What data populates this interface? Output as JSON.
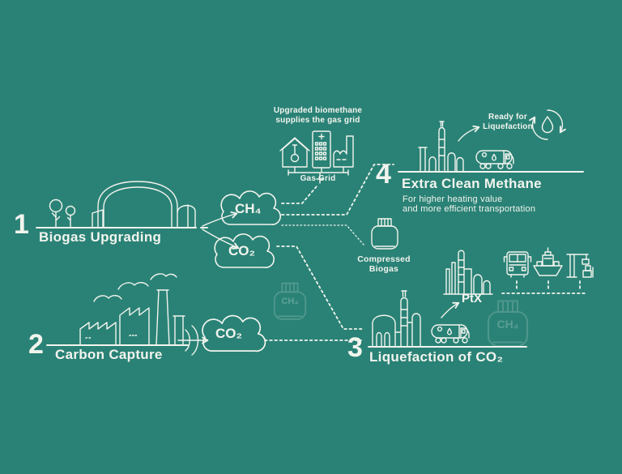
{
  "colors": {
    "background": "#2A8276",
    "line": "#F2F4EE"
  },
  "stages": {
    "s1": {
      "number": "1",
      "label": "Biogas Upgrading"
    },
    "s2": {
      "number": "2",
      "label": "Carbon Capture"
    },
    "s3": {
      "number": "3",
      "label": "Liquefaction of CO₂",
      "ptx": "PtX"
    },
    "s4": {
      "number": "4",
      "label": "Extra Clean Methane",
      "sub1": "For higher heating value",
      "sub2": "and more efficient transportation",
      "ready1": "Ready for",
      "ready2": "Liquefaction"
    }
  },
  "gas_grid": {
    "cap1": "Upgraded biomethane",
    "cap2": "supplies the gas grid",
    "label": "Gas Grid"
  },
  "clouds": {
    "ch4": "CH₄",
    "co2_upgrading": "CO₂",
    "co2_capture": "CO₂"
  },
  "compressed_biogas": {
    "line1": "Compressed",
    "line2": "Biogas"
  },
  "watermarks": {
    "left_cylinder": "CH₄",
    "right_cylinder": "CH₄"
  }
}
